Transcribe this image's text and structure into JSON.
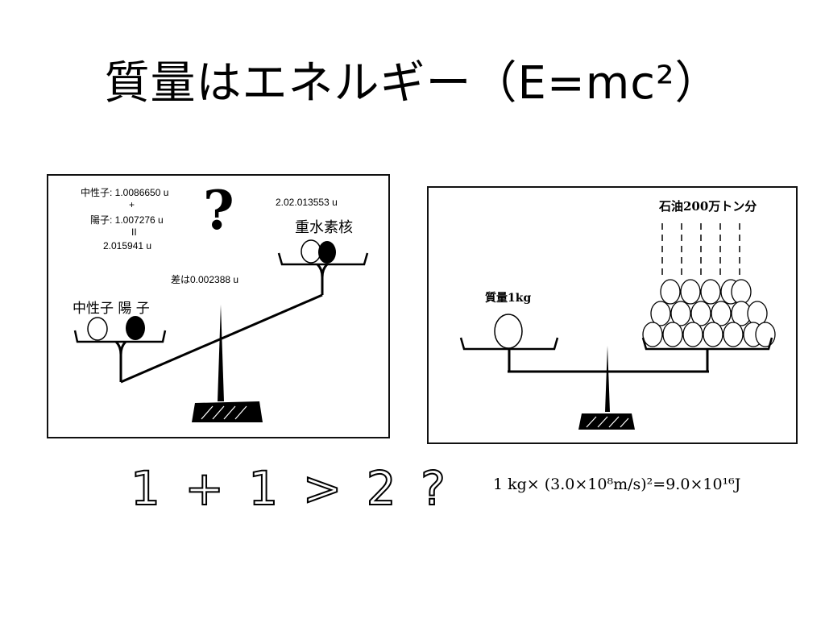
{
  "slide": {
    "title": "質量はエネルギー（E=mc²）"
  },
  "left_panel": {
    "neutron_line": "中性子: 1.0086650 u",
    "plus": "+",
    "proton_line": "陽子: 1.007276 u",
    "equals": "II",
    "sum": "2.015941 u",
    "question": "?",
    "deuteron_mass": "2.02.013553 u",
    "deuteron_label": "重水素核",
    "difference": "差は0.002388 u",
    "neutron_proton_label": "中性子  陽  子"
  },
  "left_caption": "1 + 1 > 2 ?",
  "right_panel": {
    "oil_label": "石油200万トン分",
    "mass_label": "質量1kg"
  },
  "right_caption": "1 kg×  (3.0×10⁸m/s)²=9.0×10¹⁶J"
}
